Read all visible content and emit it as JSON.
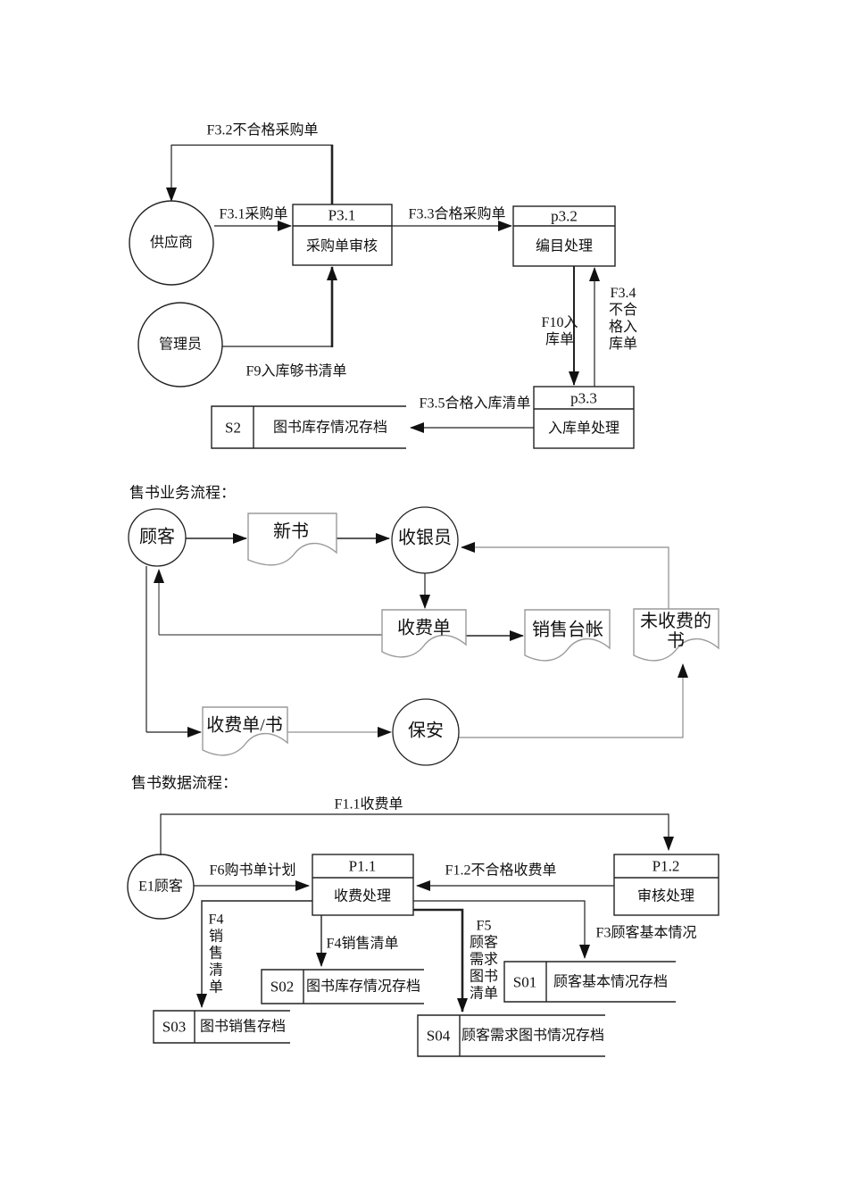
{
  "d1": {
    "f32": "F3.2不合格采购单",
    "supplier": "供应商",
    "f31": "F3.1采购单",
    "p31_id": "P3.1",
    "p31_name": "采购单审核",
    "f33": "F3.3合格采购单",
    "p32_id": "p3.2",
    "p32_name": "编目处理",
    "f10": "F10入\n库单",
    "f34": "F3.4\n不合\n格入\n库单",
    "manager": "管理员",
    "f9": "F9入库够书清单",
    "p33_id": "p3.3",
    "p33_name": "入库单处理",
    "f35": "F3.5合格入库清单",
    "s2_id": "S2",
    "s2_name": "图书库存情况存档"
  },
  "d2": {
    "heading": "售书业务流程：",
    "customer": "顾客",
    "new_book": "新书",
    "cashier": "收银员",
    "receipt": "收费单",
    "ledger": "销售台帐",
    "unpaid": "未收费的\n书",
    "receipt_book": "收费单/书",
    "guard": "保安"
  },
  "d3": {
    "heading": "售书数据流程：",
    "f11": "F1.1收费单",
    "e1": "E1顾客",
    "f6": "F6购书单计划",
    "p11_id": "P1.1",
    "p11_name": "收费处理",
    "f12": "F1.2不合格收费单",
    "p12_id": "P1.2",
    "p12_name": "审核处理",
    "f4v": "F4\n销\n售\n清\n单",
    "f4h": "F4销售清单",
    "f5": "F5\n顾客\n需求\n图书\n清单",
    "f3": "F3顾客基本情况",
    "s01_id": "S01",
    "s01_name": "顾客基本情况存档",
    "s02_id": "S02",
    "s02_name": "图书库存情况存档",
    "s03_id": "S03",
    "s03_name": "图书销售存档",
    "s04_id": "S04",
    "s04_name": "顾客需求图书情况存档"
  }
}
